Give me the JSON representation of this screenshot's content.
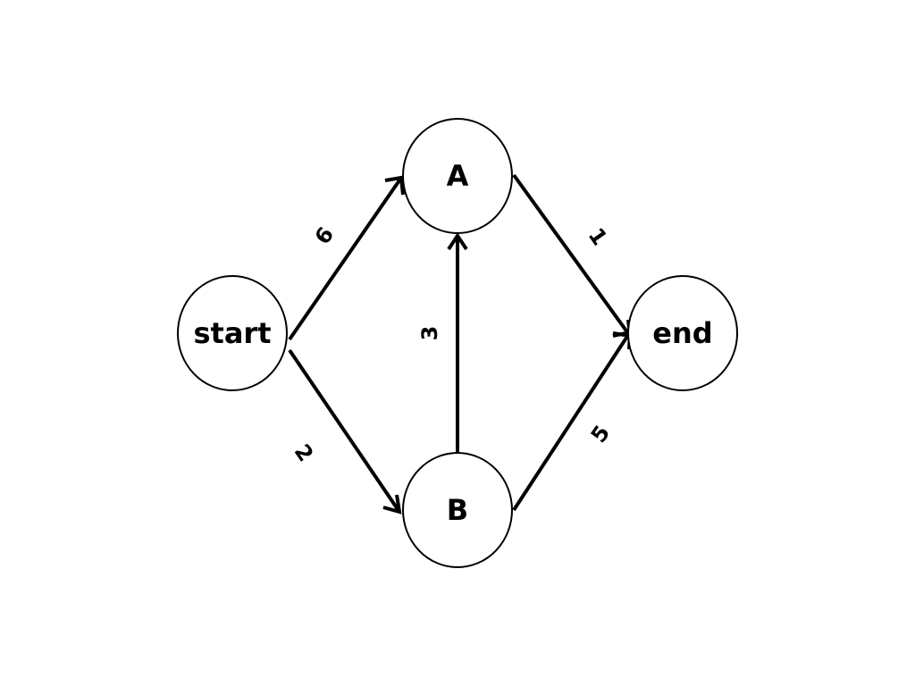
{
  "nodes": [
    {
      "id": "start",
      "label": "start"
    },
    {
      "id": "A",
      "label": "A"
    },
    {
      "id": "B",
      "label": "B"
    },
    {
      "id": "end",
      "label": "end"
    }
  ],
  "edges": [
    {
      "from": "start",
      "to": "A",
      "weight": "6"
    },
    {
      "from": "start",
      "to": "B",
      "weight": "2"
    },
    {
      "from": "B",
      "to": "A",
      "weight": "3"
    },
    {
      "from": "A",
      "to": "end",
      "weight": "1"
    },
    {
      "from": "B",
      "to": "end",
      "weight": "5"
    }
  ]
}
